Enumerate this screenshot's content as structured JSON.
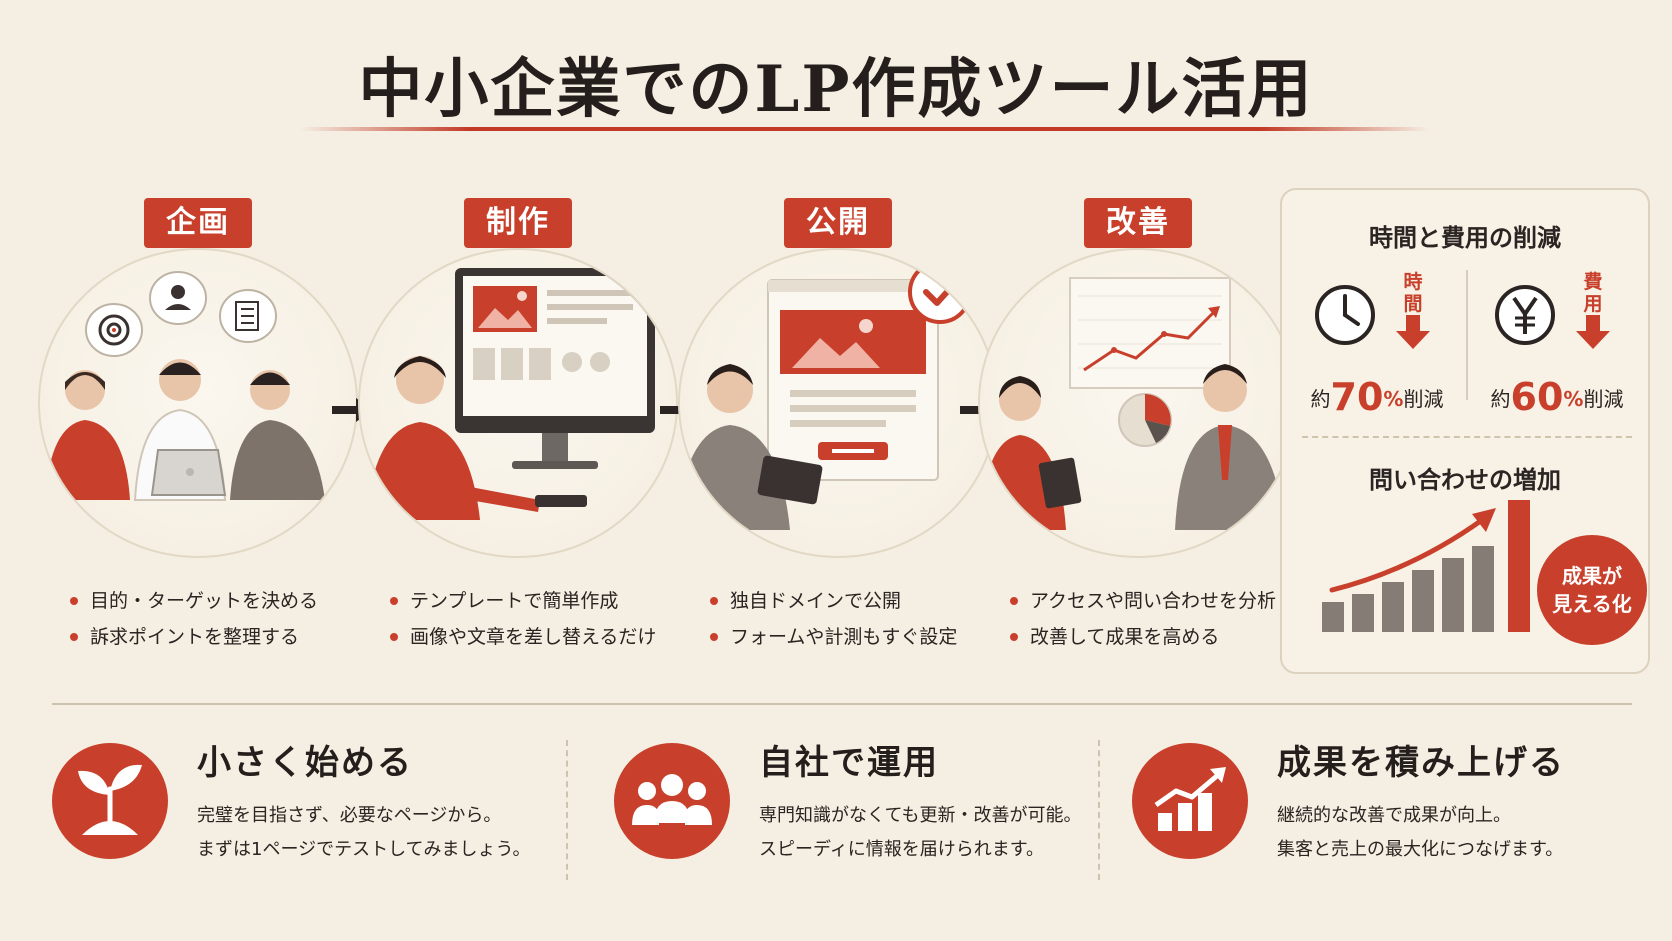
{
  "title": "中小企業でのLP作成ツール活用",
  "steps": [
    {
      "label": "企画",
      "bullets": [
        "目的・ターゲットを決める",
        "訴求ポイントを整理する"
      ]
    },
    {
      "label": "制作",
      "bullets": [
        "テンプレートで簡単作成",
        "画像や文章を差し替えるだけ"
      ]
    },
    {
      "label": "公開",
      "bullets": [
        "独自ドメインで公開",
        "フォームや計測もすぐ設定"
      ]
    },
    {
      "label": "改善",
      "bullets": [
        "アクセスや問い合わせを分析",
        "改善して成果を高める"
      ]
    }
  ],
  "panel": {
    "heading1": "時間と費用の削減",
    "time": {
      "label": "時間",
      "prefix": "約",
      "value": "70",
      "suffix": "%",
      "tail": "削減"
    },
    "cost": {
      "label": "費用",
      "prefix": "約",
      "value": "60",
      "suffix": "%",
      "tail": "削減"
    },
    "heading2": "問い合わせの増加",
    "badge": [
      "成果が",
      "見える化"
    ]
  },
  "features": [
    {
      "title": "小さく始める",
      "lines": [
        "完璧を目指さず、必要なページから。",
        "まずは1ページでテストしてみましょう。"
      ],
      "icon": "sprout-icon"
    },
    {
      "title": "自社で運用",
      "lines": [
        "専門知識がなくても更新・改善が可能。",
        "スピーディに情報を届けられます。"
      ],
      "icon": "team-icon"
    },
    {
      "title": "成果を積み上げる",
      "lines": [
        "継続的な改善で成果が向上。",
        "集客と売上の最大化につなげます。"
      ],
      "icon": "growth-chart-icon"
    }
  ],
  "colors": {
    "accent": "#c8402b",
    "background": "#f5efe3",
    "text": "#2a2422"
  }
}
